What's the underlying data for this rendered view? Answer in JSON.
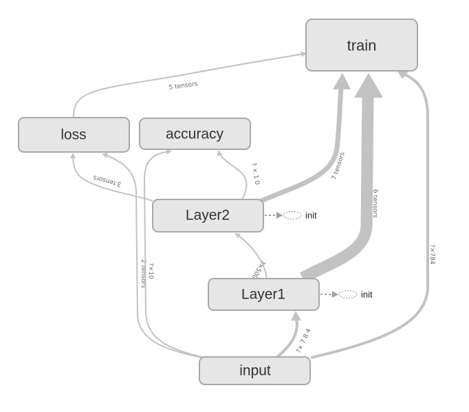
{
  "nodes": {
    "train": "train",
    "loss": "loss",
    "accuracy": "accuracy",
    "layer2": "Layer2",
    "layer1": "Layer1",
    "input": "input"
  },
  "init_labels": {
    "layer2": "init",
    "layer1": "init"
  },
  "edge_labels": {
    "loss_to_train": "5 tensors",
    "layer2_to_loss": "3 tensors",
    "layer2_to_accuracy": "? × 1 0",
    "layer2_to_train": "7 tensors",
    "layer1_to_train": "6 tensors",
    "layer1_to_layer2": "?×500",
    "input_to_loss": "2 tensors",
    "input_to_accuracy": "?×10",
    "input_to_layer1": "?× 7 8 4",
    "input_to_train": "?×784"
  },
  "colors": {
    "node_fill": "#e6e6e6",
    "node_stroke": "#a8a8a8",
    "edge": "#c2c2c2",
    "text": "#333333"
  }
}
